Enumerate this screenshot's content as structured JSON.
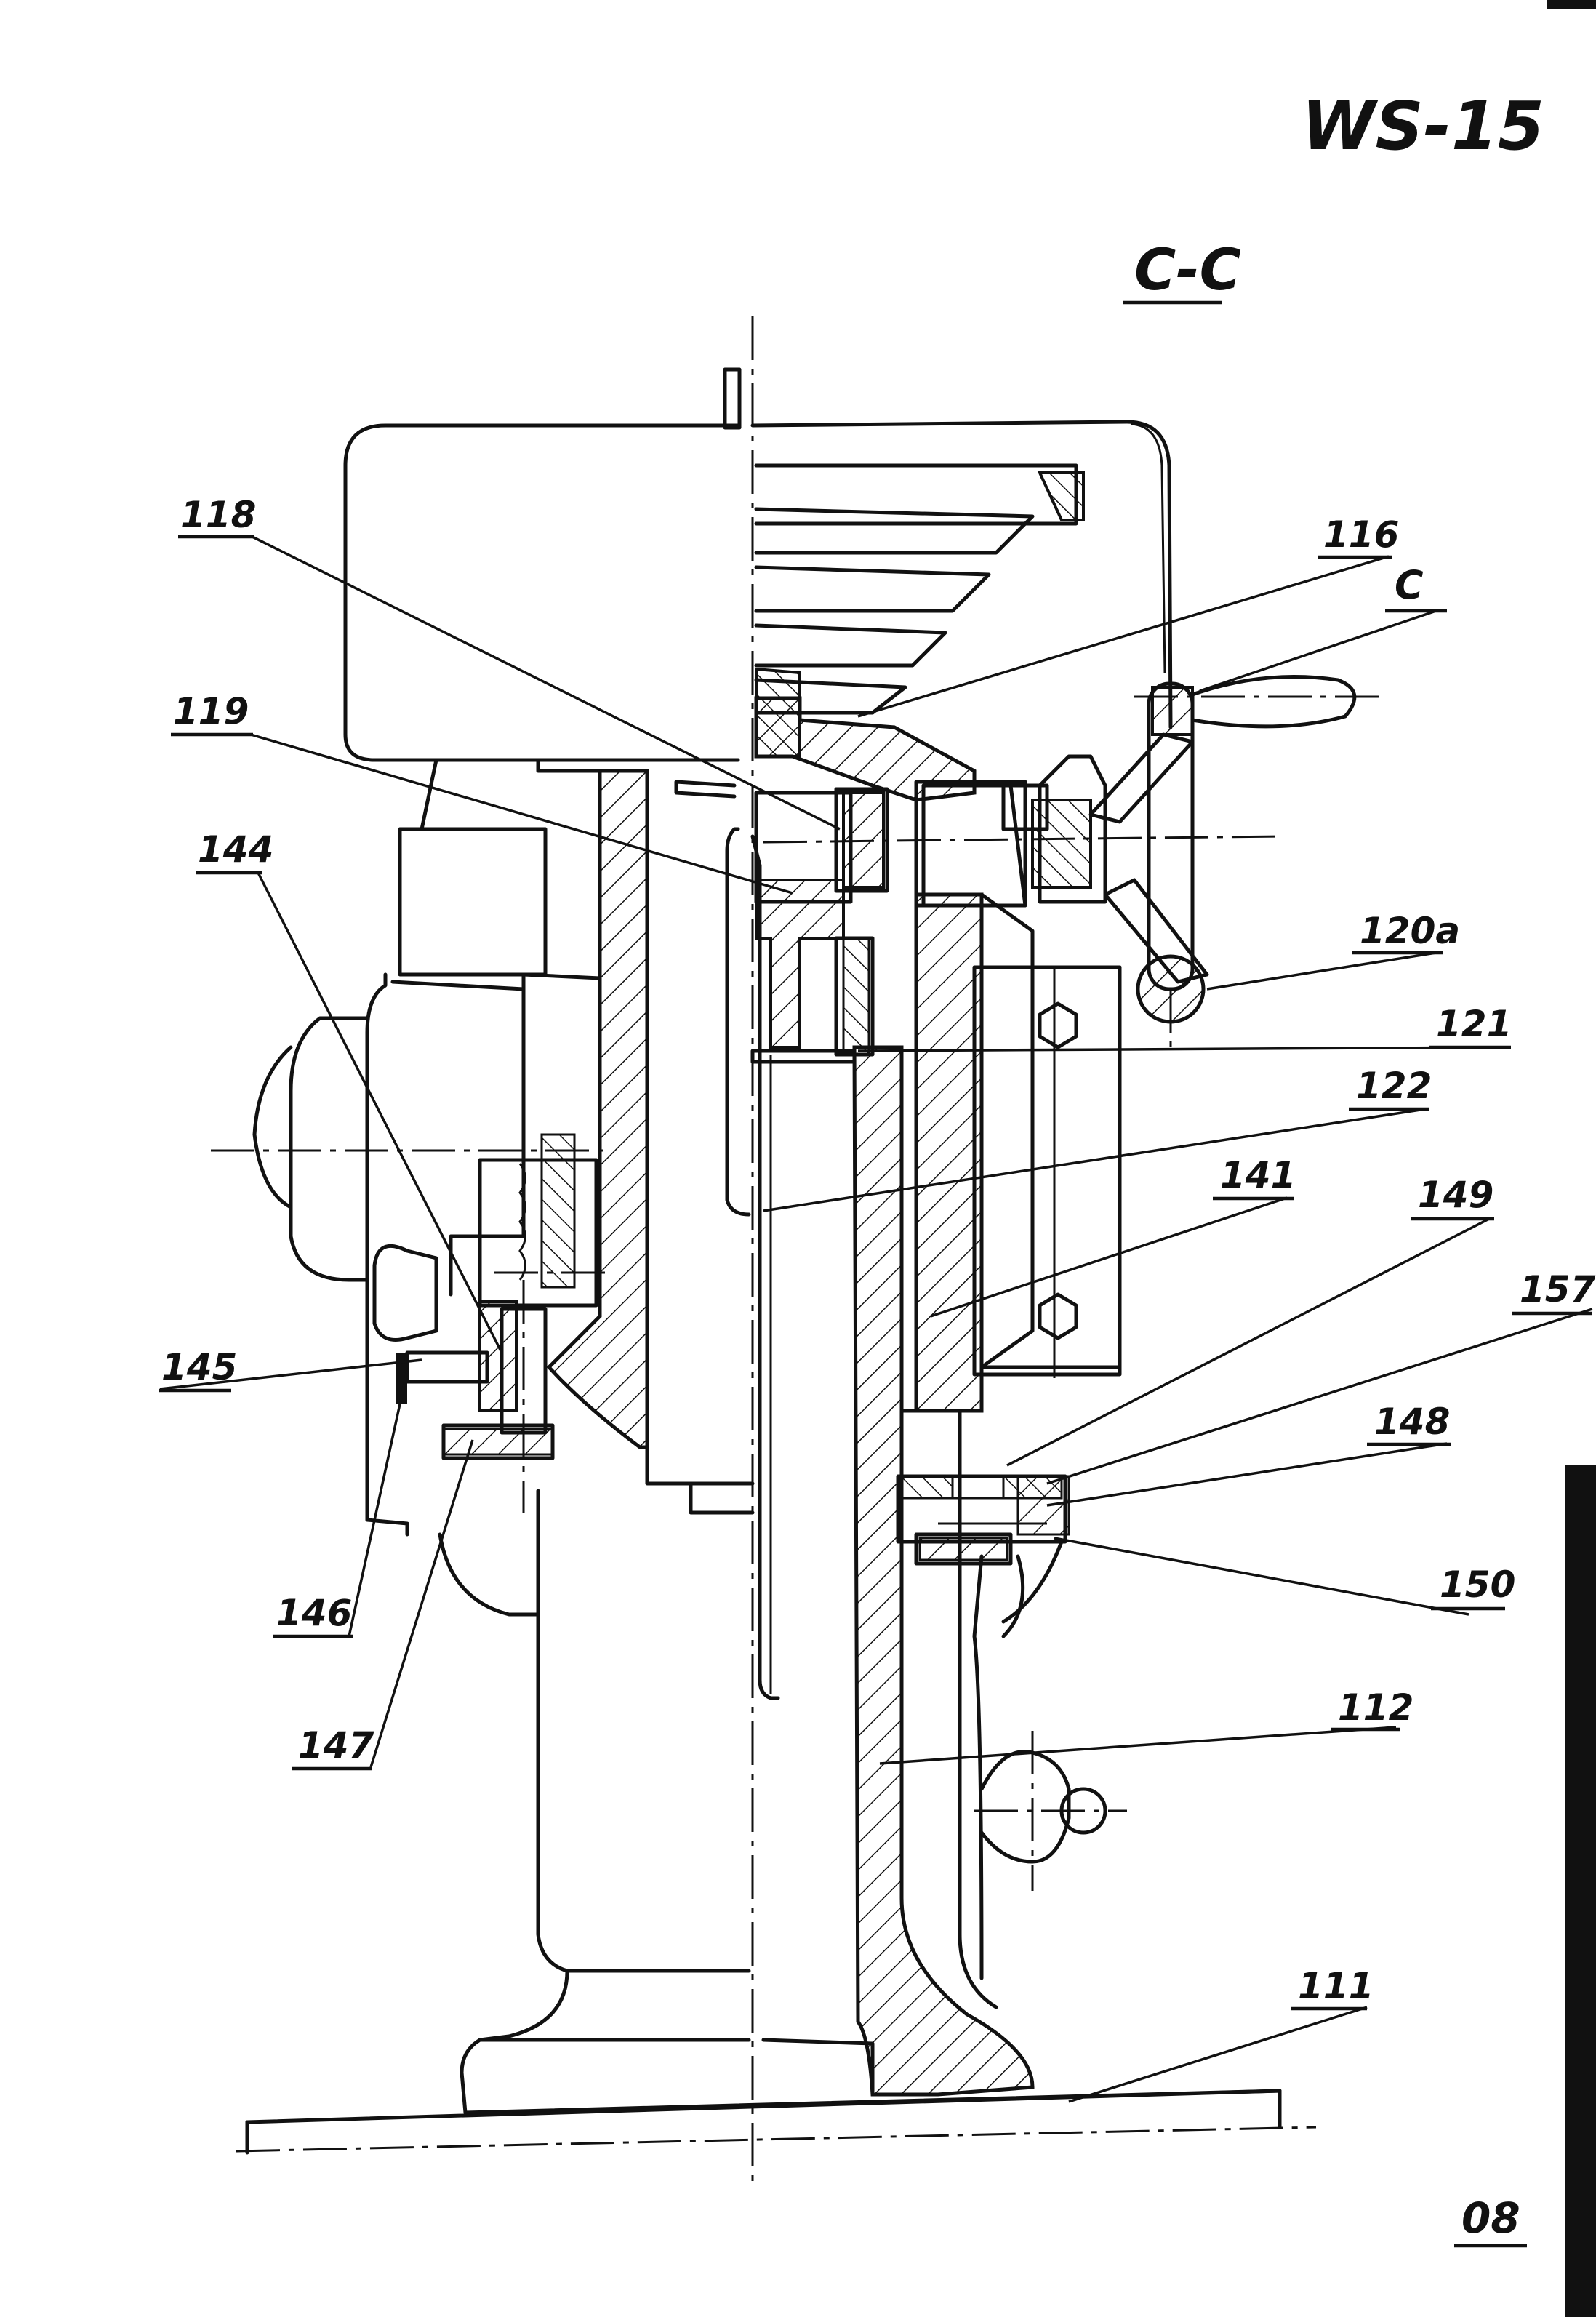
{
  "header": {
    "drawing_number": "WS-15",
    "section": "C-C",
    "sheet": "08"
  },
  "callouts": [
    {
      "id": "c-118",
      "text": "118"
    },
    {
      "id": "c-116",
      "text": "116"
    },
    {
      "id": "c-c",
      "text": "C"
    },
    {
      "id": "c-119",
      "text": "119"
    },
    {
      "id": "c-144",
      "text": "144"
    },
    {
      "id": "c-120a",
      "text": "120a"
    },
    {
      "id": "c-121",
      "text": "121"
    },
    {
      "id": "c-122",
      "text": "122"
    },
    {
      "id": "c-141",
      "text": "141"
    },
    {
      "id": "c-149",
      "text": "149"
    },
    {
      "id": "c-157",
      "text": "157"
    },
    {
      "id": "c-145",
      "text": "145"
    },
    {
      "id": "c-148",
      "text": "148"
    },
    {
      "id": "c-150",
      "text": "150"
    },
    {
      "id": "c-146",
      "text": "146"
    },
    {
      "id": "c-112",
      "text": "112"
    },
    {
      "id": "c-147",
      "text": "147"
    },
    {
      "id": "c-111",
      "text": "111"
    }
  ]
}
